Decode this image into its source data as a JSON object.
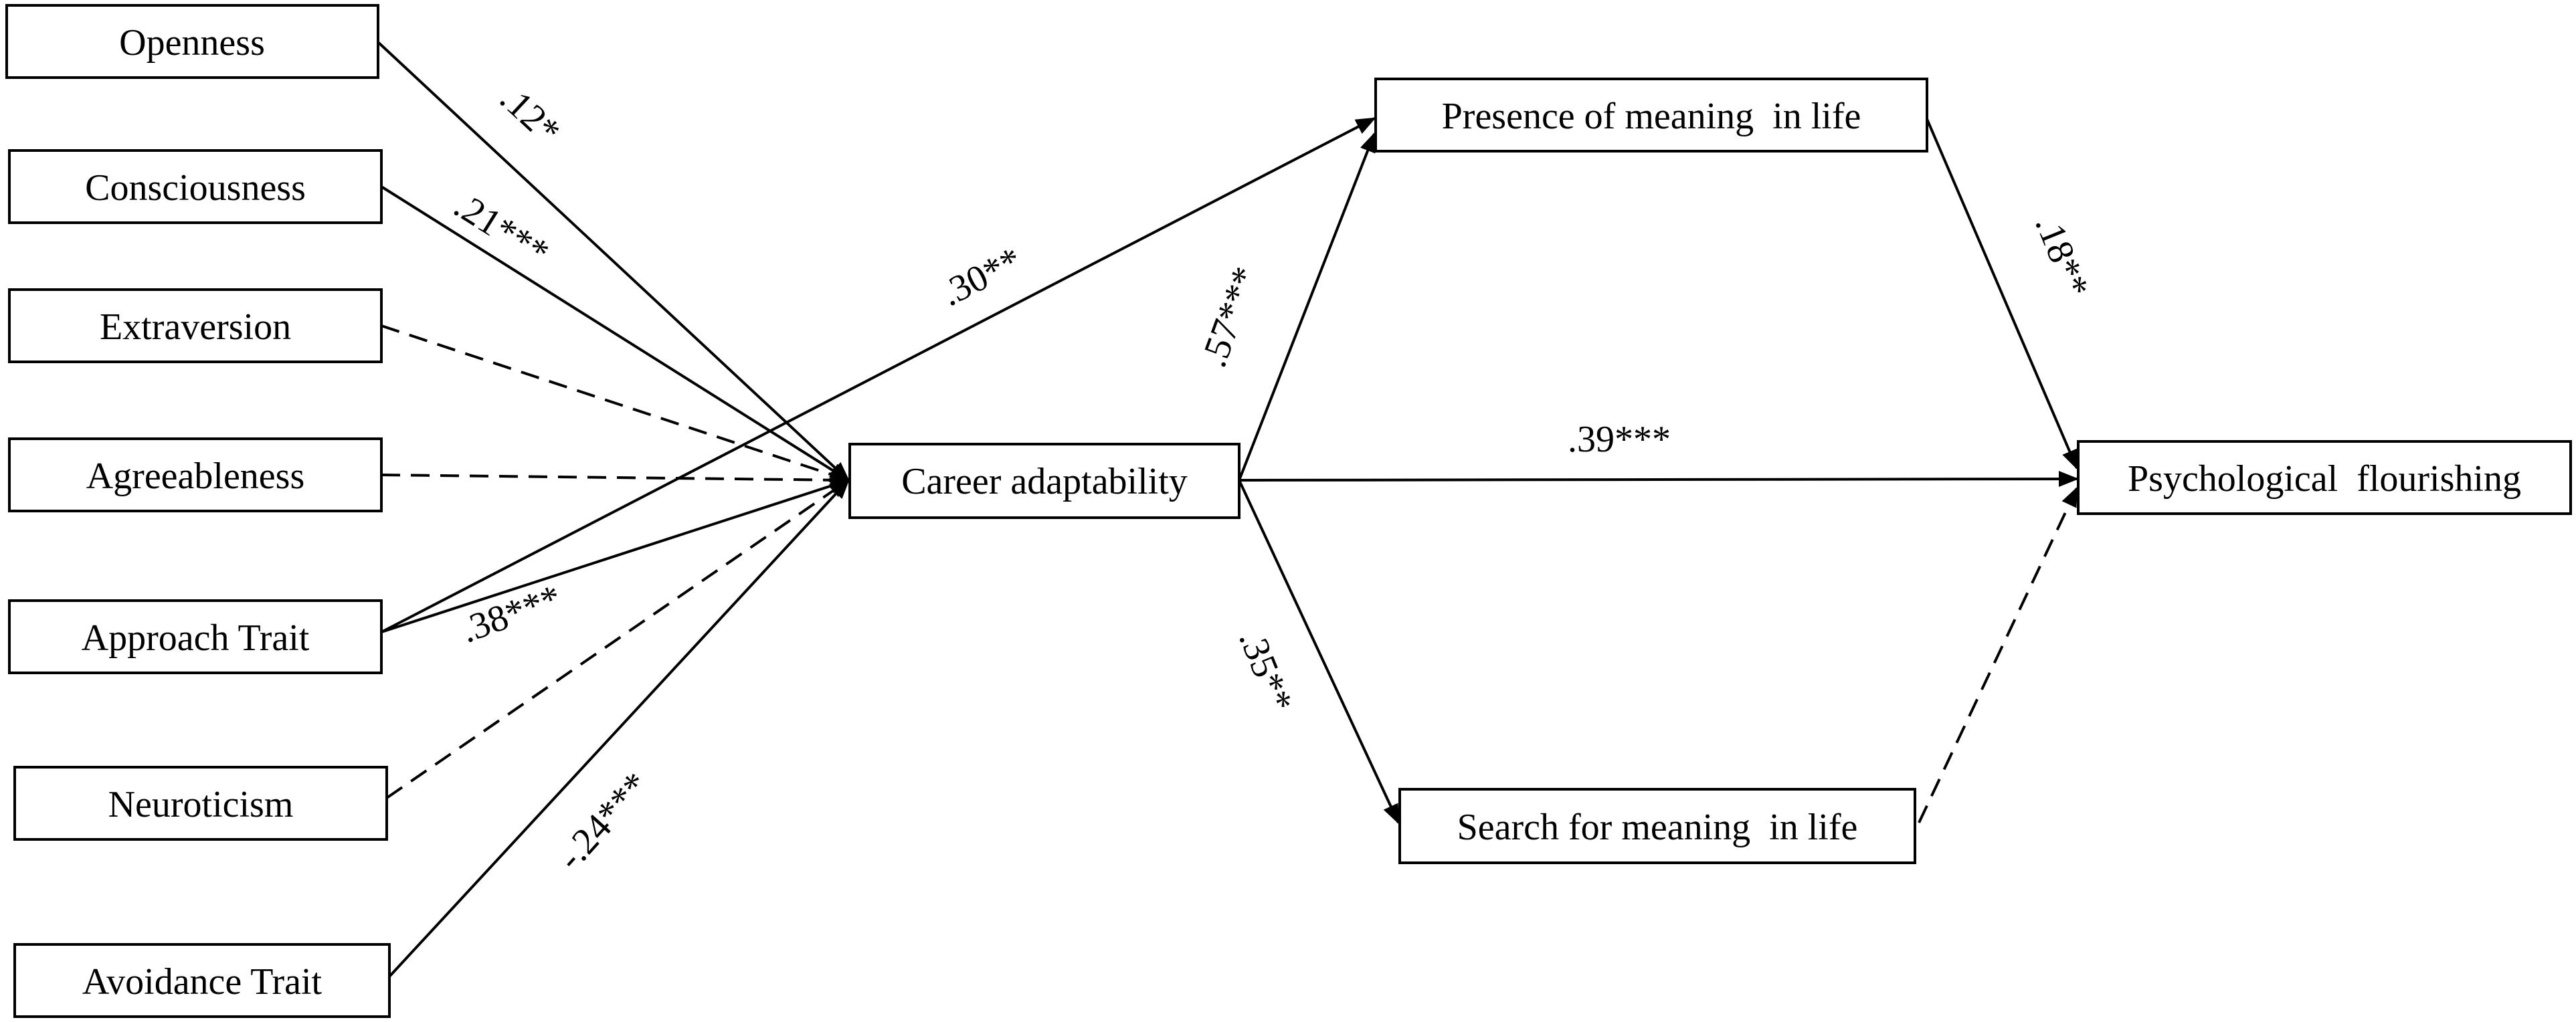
{
  "nodes": {
    "openness": "Openness",
    "consciousness": "Consciousness",
    "extraversion": "Extraversion",
    "agreeableness": "Agreeableness",
    "approach_trait": "Approach Trait",
    "neuroticism": "Neuroticism",
    "avoidance_trait": "Avoidance Trait",
    "career_adaptability": "Career adaptability",
    "presence_meaning": "Presence of meaning  in life",
    "search_meaning": "Search for meaning  in life",
    "psych_flourishing": "Psychological  flourishing"
  },
  "paths": [
    {
      "from": "openness",
      "to": "career_adaptability",
      "style": "solid",
      "label": ".12*"
    },
    {
      "from": "consciousness",
      "to": "career_adaptability",
      "style": "solid",
      "label": ".21***"
    },
    {
      "from": "extraversion",
      "to": "career_adaptability",
      "style": "dashed",
      "label": ""
    },
    {
      "from": "agreeableness",
      "to": "career_adaptability",
      "style": "dashed",
      "label": ""
    },
    {
      "from": "approach_trait",
      "to": "career_adaptability",
      "style": "solid",
      "label": ".38***"
    },
    {
      "from": "approach_trait",
      "to": "presence_meaning",
      "style": "solid",
      "label": ".30**"
    },
    {
      "from": "neuroticism",
      "to": "career_adaptability",
      "style": "dashed",
      "label": ""
    },
    {
      "from": "avoidance_trait",
      "to": "career_adaptability",
      "style": "solid",
      "label": "-.24***"
    },
    {
      "from": "career_adaptability",
      "to": "presence_meaning",
      "style": "solid",
      "label": ".57***"
    },
    {
      "from": "career_adaptability",
      "to": "psych_flourishing",
      "style": "solid",
      "label": ".39***"
    },
    {
      "from": "career_adaptability",
      "to": "search_meaning",
      "style": "solid",
      "label": ".35**"
    },
    {
      "from": "presence_meaning",
      "to": "psych_flourishing",
      "style": "solid",
      "label": ".18**"
    },
    {
      "from": "search_meaning",
      "to": "psych_flourishing",
      "style": "dashed",
      "label": ""
    }
  ]
}
